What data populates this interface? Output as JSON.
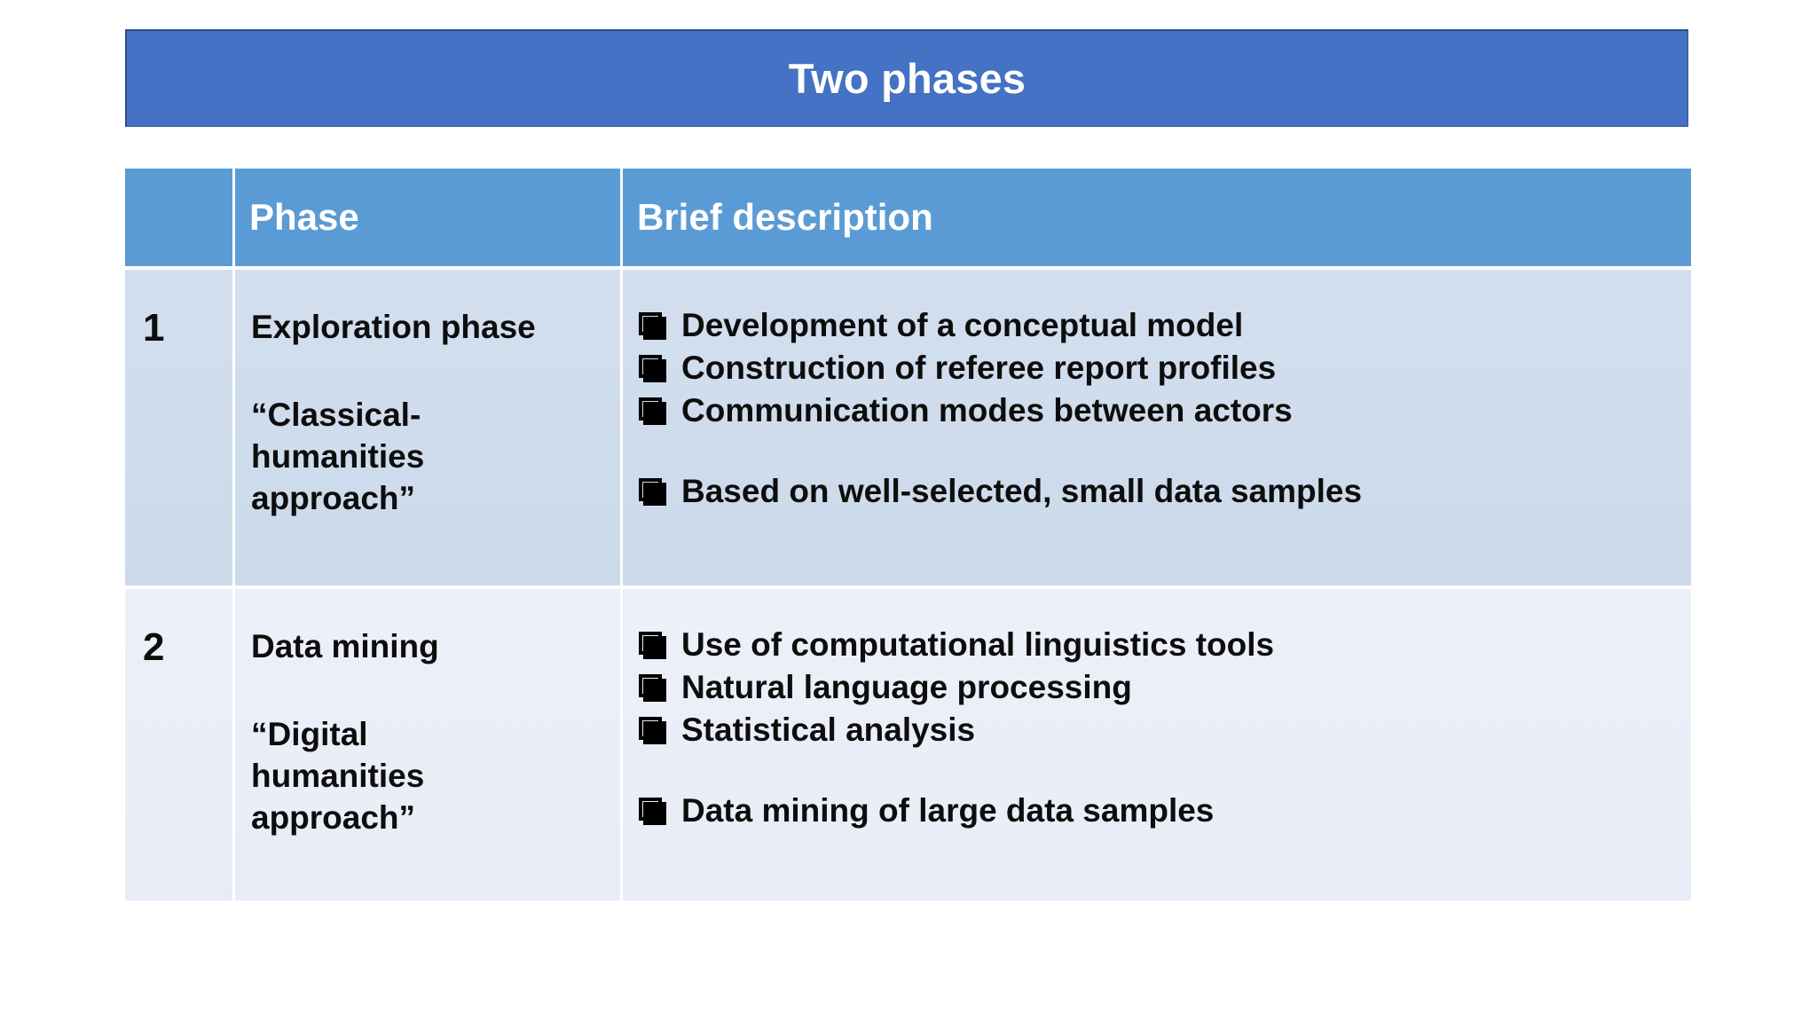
{
  "slide": {
    "title": "Two phases",
    "title_bg": "#4472C4",
    "header_bg": "#5B9BD5",
    "row1_bg": "#D0DDEC",
    "row2_bg": "#EAEEF7",
    "text_color": "#0D0D0D"
  },
  "table": {
    "headers": {
      "num": "",
      "phase": "Phase",
      "description": "Brief description"
    },
    "rows": [
      {
        "num": "1",
        "phase_title": "Exploration phase",
        "phase_sub": "“Classical-humanities approach”",
        "bullets": [
          "Development of a conceptual model",
          "Construction of referee report profiles",
          "Communication modes between actors"
        ],
        "bullets_after_gap": [
          "Based on well-selected, small data samples"
        ]
      },
      {
        "num": "2",
        "phase_title": "Data mining",
        "phase_sub": "“Digital humanities approach”",
        "bullets": [
          "Use of computational linguistics tools",
          "Natural language processing",
          "Statistical analysis"
        ],
        "bullets_after_gap": [
          "Data mining of large data samples"
        ]
      }
    ],
    "bullet_icon": "shadowed-square-bullet-icon"
  }
}
